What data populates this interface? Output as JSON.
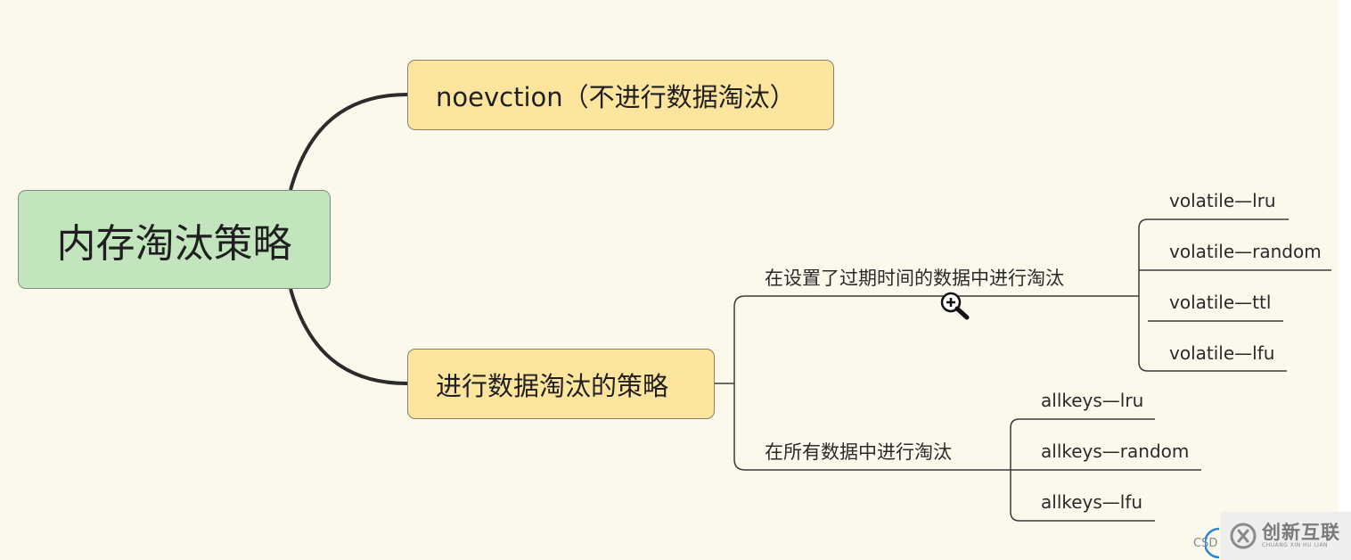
{
  "root": {
    "label": "内存淘汰策略"
  },
  "branches": [
    {
      "label": "noevction（不进行数据淘汰）"
    },
    {
      "label": "进行数据淘汰的策略"
    }
  ],
  "groups": [
    {
      "label": "在设置了过期时间的数据中进行淘汰",
      "leaves": [
        "volatile—lru",
        "volatile—random",
        "volatile—ttl",
        "volatile—lfu"
      ]
    },
    {
      "label": "在所有数据中进行淘汰",
      "leaves": [
        "allkeys—lru",
        "allkeys—random",
        "allkeys—lfu"
      ]
    }
  ],
  "watermark": {
    "text_cn": "创新互联",
    "text_en": "CHUANG XIN HU LIAN",
    "partial_text": "CSD"
  },
  "colors": {
    "background": "#fbf8ec",
    "root_fill": "#c2e5bd",
    "branch_fill": "#fde59e",
    "connector": "#2b2b2b",
    "thin_line": "#3a3a3a"
  },
  "icons": {
    "cursor": "zoom-in-icon",
    "logo": "chuangxin-logo-icon"
  }
}
